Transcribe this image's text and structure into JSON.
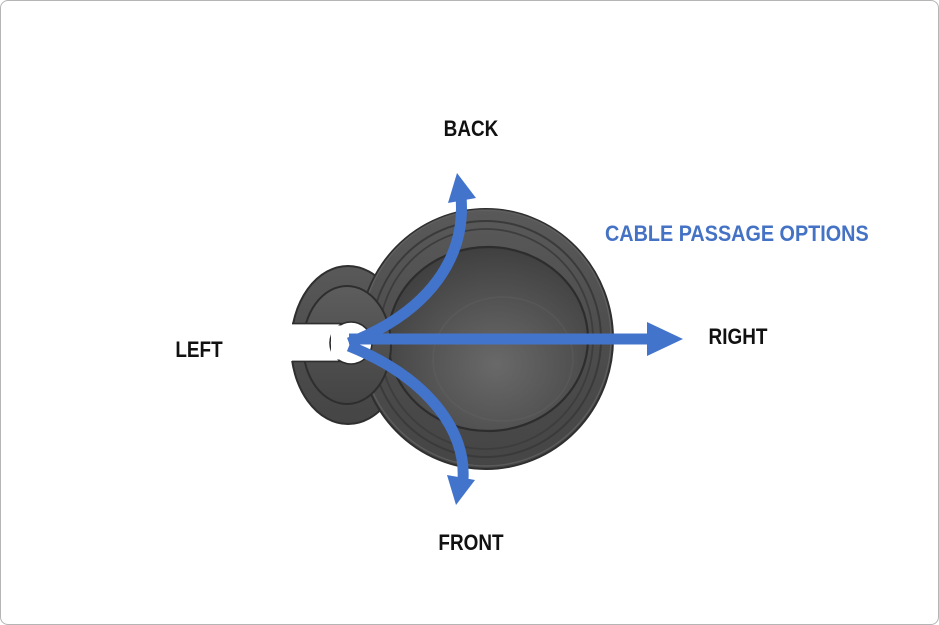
{
  "diagram": {
    "title": "CABLE PASSAGE OPTIONS",
    "title_color": "#4472C4",
    "arrow_color": "#4374CC",
    "graphic": "cable-grommet-top-view",
    "labels": {
      "back": "BACK",
      "right": "RIGHT",
      "front": "FRONT",
      "left": "LEFT"
    },
    "object_colors": {
      "body_gray": "#4D4D4D",
      "bowl_dark": "#363636",
      "bowl_light": "#686868",
      "outline": "#2F2F2F"
    },
    "frame_border_color": "#B5B5B5"
  }
}
